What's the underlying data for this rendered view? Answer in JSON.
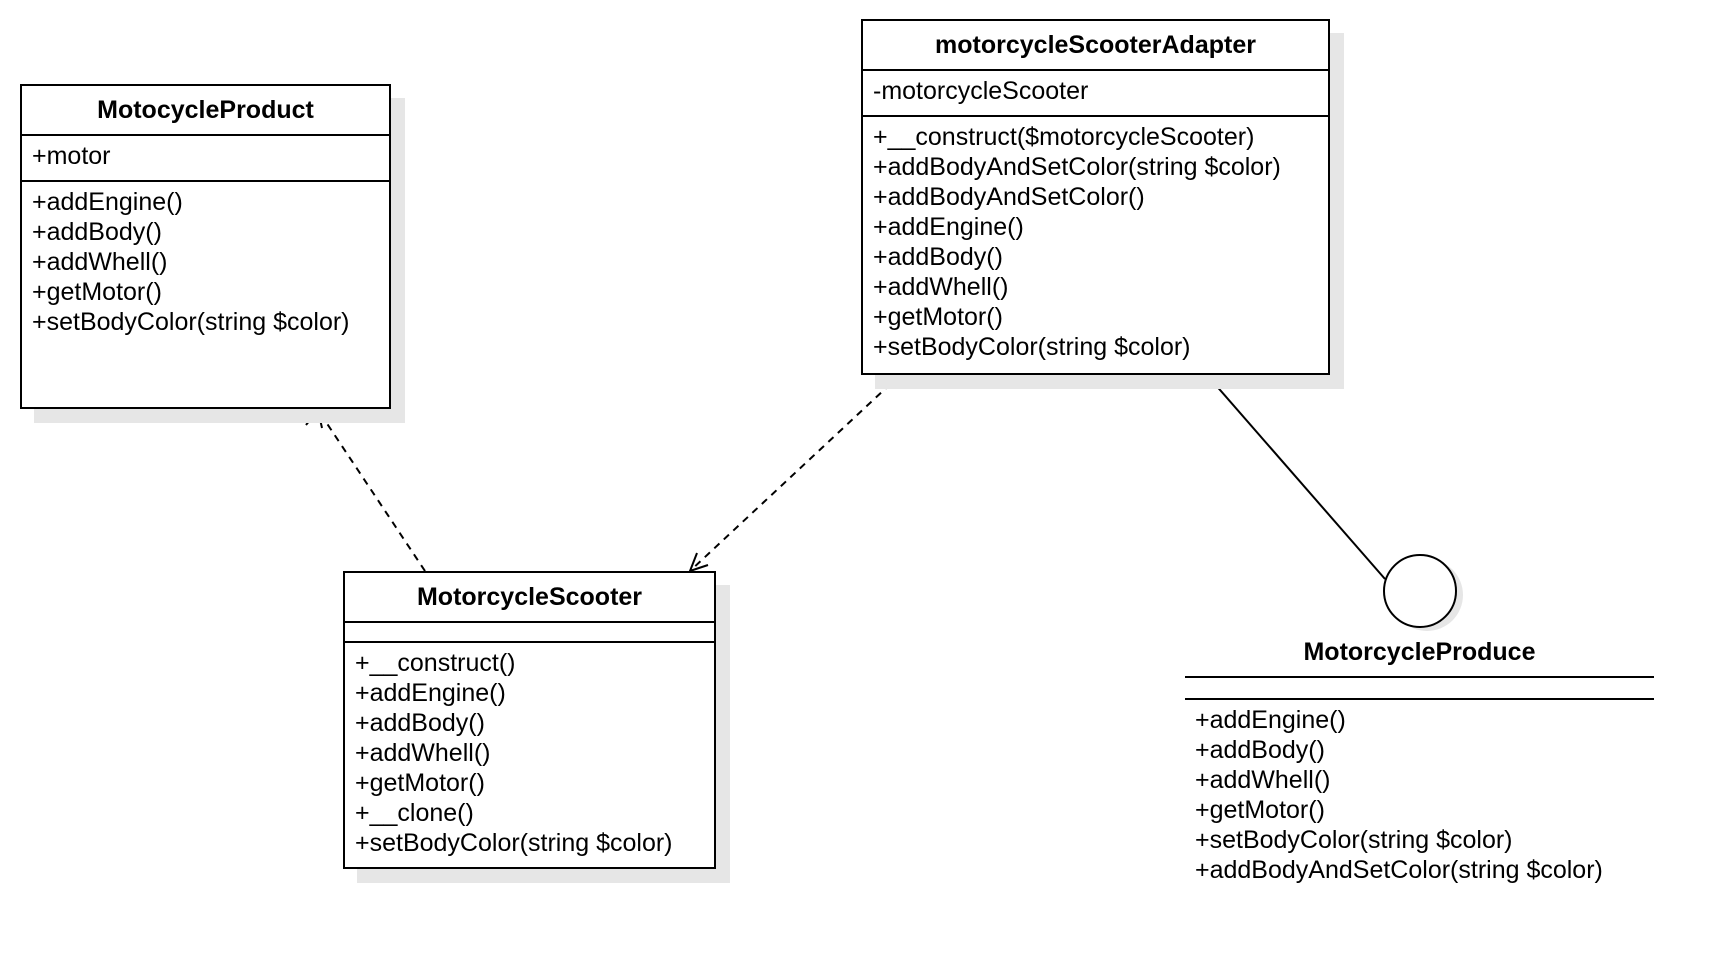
{
  "classes": {
    "motocycle_product": {
      "name": "MotocycleProduct",
      "attributes": [
        "+motor"
      ],
      "operations": [
        "+addEngine()",
        "+addBody()",
        "+addWhell()",
        "+getMotor()",
        "+setBodyColor(string $color)"
      ]
    },
    "adapter": {
      "name": "motorcycleScooterAdapter",
      "attributes": [
        "-motorcycleScooter"
      ],
      "operations": [
        "+__construct($motorcycleScooter)",
        "+addBodyAndSetColor(string $color)",
        "+addBodyAndSetColor()",
        "+addEngine()",
        "+addBody()",
        "+addWhell()",
        "+getMotor()",
        "+setBodyColor(string $color)"
      ]
    },
    "scooter": {
      "name": "MotorcycleScooter",
      "attributes": [],
      "operations": [
        "+__construct()",
        "+addEngine()",
        "+addBody()",
        "+addWhell()",
        "+getMotor()",
        "+__clone()",
        "+setBodyColor(string $color)"
      ]
    }
  },
  "interface": {
    "name": "MotorcycleProduce",
    "operations": [
      "+addEngine()",
      "+addBody()",
      "+addWhell()",
      "+getMotor()",
      "+setBodyColor(string $color)",
      "+addBodyAndSetColor(string $color)"
    ]
  },
  "relations": [
    {
      "type": "dependency",
      "from": "MotorcycleScooter",
      "to": "MotocycleProduct"
    },
    {
      "type": "dependency",
      "from": "motorcycleScooterAdapter",
      "to": "MotorcycleScooter"
    },
    {
      "type": "realization-lollipop",
      "from": "motorcycleScooterAdapter",
      "to": "MotorcycleProduce"
    }
  ],
  "colors": {
    "line": "#000000",
    "shadow": "#e6e6e6",
    "background": "#ffffff"
  }
}
